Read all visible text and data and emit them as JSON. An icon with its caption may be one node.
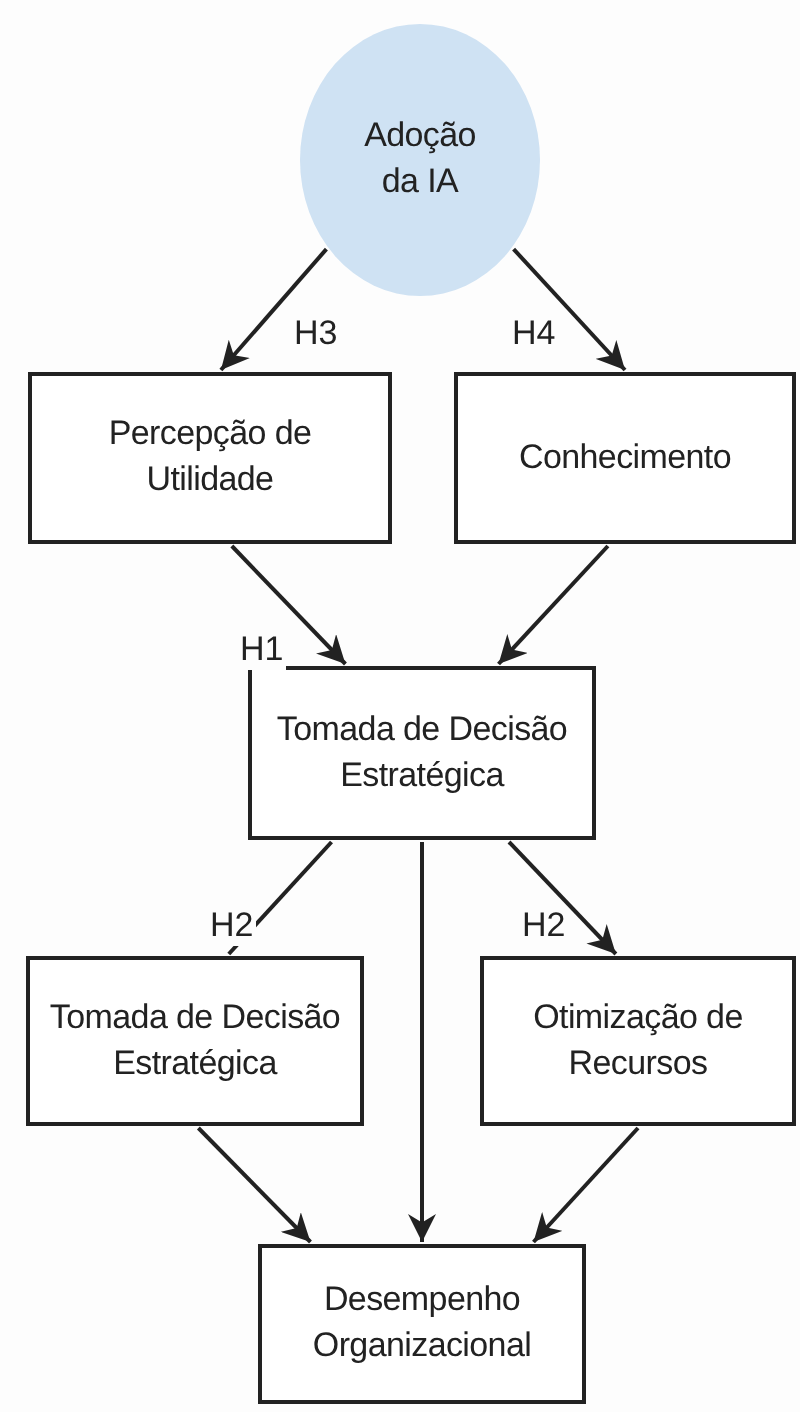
{
  "diagram": {
    "nodes": [
      {
        "text": [
          "Adoção da IA"
        ]
      },
      {
        "text": [
          "Percepção de Utilidade"
        ]
      },
      {
        "text": [
          "Conhecimento"
        ]
      },
      {
        "text": [
          "Tomada de Decisão Estratégica"
        ]
      },
      {
        "text": [
          "Tomada de Decisão Estratégica"
        ]
      },
      {
        "text": [
          "Otimização de Recursos"
        ]
      },
      {
        "text": [
          "Desempenho Organizacional"
        ]
      }
    ],
    "edges": [
      {
        "from": 0,
        "to": 1,
        "arrow": "to",
        "label": "H3"
      },
      {
        "from": 0,
        "to": 2,
        "arrow": "to",
        "label": "H4"
      },
      {
        "from": 1,
        "to": 3,
        "arrow": "to",
        "label": "H1"
      },
      {
        "from": 2,
        "to": 3,
        "arrow": "to"
      },
      {
        "from": 3,
        "to": 4,
        "arrow": "none",
        "label": "H2"
      },
      {
        "from": 3,
        "to": 5,
        "arrow": "to",
        "label": "H2"
      },
      {
        "from": 3,
        "to": 6,
        "arrow": "to"
      },
      {
        "from": 4,
        "to": 6,
        "arrow": "to"
      },
      {
        "from": 5,
        "to": 6,
        "arrow": "to"
      }
    ]
  }
}
